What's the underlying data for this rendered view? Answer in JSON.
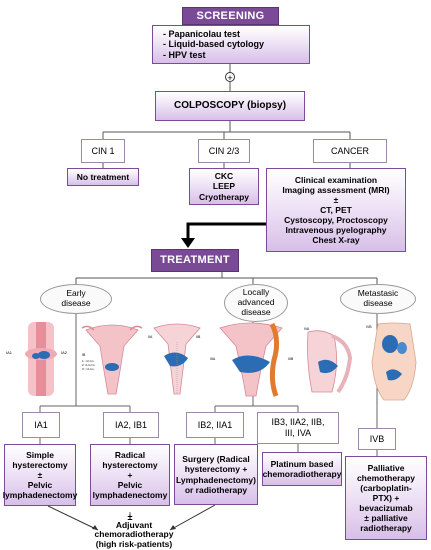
{
  "screening": {
    "title": "SCREENING",
    "tests": [
      "Papanicolau test",
      "Liquid-based cytology",
      "HPV test"
    ]
  },
  "colposcopy": "COLPOSCOPY (biopsy)",
  "branches": {
    "cin1": {
      "label": "CIN 1",
      "action": "No treatment"
    },
    "cin23": {
      "label": "CIN 2/3",
      "actions": [
        "CKC",
        "LEEP",
        "Cryotherapy"
      ]
    },
    "cancer": {
      "label": "CANCER",
      "actions": [
        "Clinical examination",
        "Imaging assessment (MRI)",
        "±",
        "CT, PET",
        "Cystoscopy, Proctoscopy",
        "Intravenous pyelography",
        "Chest X-ray"
      ]
    }
  },
  "treatment": "TREATMENT",
  "categories": {
    "early": [
      "Early",
      "disease"
    ],
    "local": [
      "Locally",
      "advanced",
      "disease"
    ],
    "meta": [
      "Metastasic",
      "disease"
    ]
  },
  "illustration_labels": {
    "ia1": "IA1",
    "ia2": "IA2",
    "ib": "IB",
    "ib_sizes": [
      "1: <2 cm",
      "2: 2-4 cm",
      "3: >4 cm"
    ],
    "iia": "IIA",
    "iib": "IIB",
    "iiia": "IIIA",
    "iiib": "IIIB",
    "iva": "IVA",
    "ivb": "IVB"
  },
  "stages": {
    "ia1": "IA1",
    "ia2_ib1": "IA2, IB1",
    "ib2_iia1": "IB2, IIA1",
    "ib3_group": [
      "IB3, IIA2, IIB,",
      "III, IVA"
    ],
    "ivb": "IVB"
  },
  "treatments": {
    "simple": [
      "Simple",
      "hysterectomy",
      "±",
      "Pelvic",
      "lymphadenectomy"
    ],
    "radical": [
      "Radical",
      "hysterectomy",
      "+",
      "Pelvic",
      "lymphadenectomy"
    ],
    "surgery": [
      "Surgery (Radical",
      "hysterectomy +",
      "Lymphadenectomy)",
      "or radiotherapy"
    ],
    "platinum": [
      "Platinum based",
      "chemoradiotherapy"
    ],
    "palliative": [
      "Palliative",
      "chemotherapy",
      "(carboplatin-",
      "PTX) +",
      "bevacizumab",
      "± palliative",
      "radiotherapy"
    ]
  },
  "plus_minus": "±",
  "adjuvant": [
    "Adjuvant",
    "chemoradiotherapy",
    "(high risk-patients)"
  ],
  "colors": {
    "purple_dark": "#7a4a97",
    "purple_light": "#e2d0ef",
    "tumor_blue": "#2b6cb5",
    "tissue_pink": "#f0b9c0"
  }
}
